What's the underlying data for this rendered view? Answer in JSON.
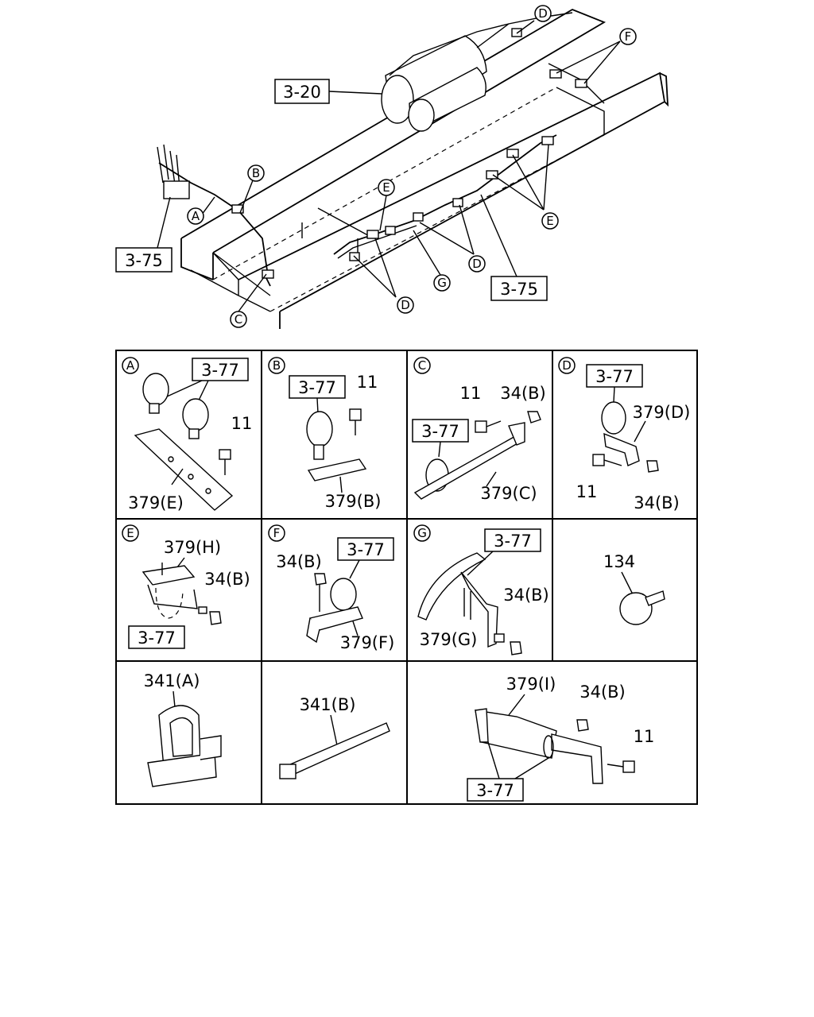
{
  "overview": {
    "refs": {
      "r320": "3-20",
      "r375_left": "3-75",
      "r375_right": "3-75"
    },
    "callouts": {
      "A": "A",
      "B": "B",
      "C": "C",
      "D_top": "D",
      "D_mid": "D",
      "D_low": "D",
      "E_mid": "E",
      "E_right": "E",
      "F": "F",
      "G": "G"
    }
  },
  "panels": {
    "A": {
      "letter": "A",
      "ref": "3-77",
      "bolt": "11",
      "bracket": "379(E)"
    },
    "B": {
      "letter": "B",
      "ref": "3-77",
      "bolt": "11",
      "bracket": "379(B)"
    },
    "C": {
      "letter": "C",
      "ref": "3-77",
      "bolt": "11",
      "nut": "34(B)",
      "bracket": "379(C)"
    },
    "D": {
      "letter": "D",
      "ref": "3-77",
      "bolt": "11",
      "nut": "34(B)",
      "bracket": "379(D)"
    },
    "E": {
      "letter": "E",
      "ref": "3-77",
      "nut": "34(B)",
      "bracket": "379(H)"
    },
    "F": {
      "letter": "F",
      "ref": "3-77",
      "nut": "34(B)",
      "bracket": "379(F)"
    },
    "G": {
      "letter": "G",
      "ref": "3-77",
      "nut": "34(B)",
      "bracket": "379(G)"
    },
    "clamp": {
      "part": "134"
    },
    "clip": {
      "part": "341(A)"
    },
    "tie": {
      "part": "341(B)"
    },
    "I": {
      "ref": "3-77",
      "bolt": "11",
      "nut": "34(B)",
      "bracket": "379(I)"
    }
  }
}
